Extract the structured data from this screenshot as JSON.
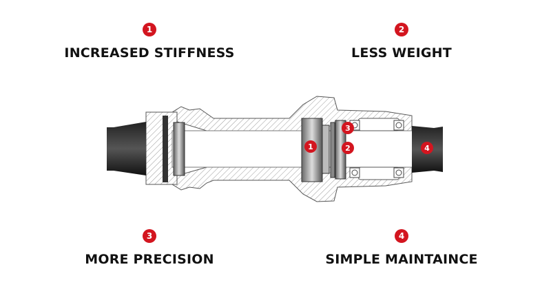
{
  "features": [
    {
      "number": "1",
      "label": "INCREASED STIFFNESS"
    },
    {
      "number": "2",
      "label": "LESS WEIGHT"
    },
    {
      "number": "3",
      "label": "MORE PRECISION"
    },
    {
      "number": "4",
      "label": "SIMPLE MAINTAINCE"
    }
  ],
  "diagram_markers": [
    "1",
    "2",
    "3",
    "4"
  ],
  "colors": {
    "accent": "#d3151f",
    "text": "#111111"
  }
}
